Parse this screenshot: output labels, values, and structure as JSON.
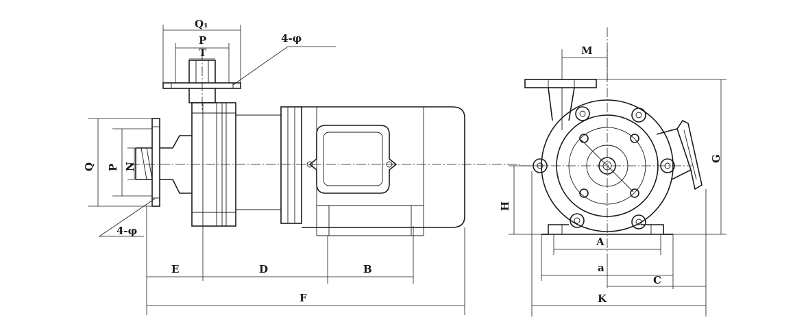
{
  "labels": {
    "q1": "Q₁",
    "p_top": "P",
    "t": "T",
    "bolt_top": "4-φ",
    "q_side": "Q",
    "p_side": "P",
    "n_side": "N",
    "bolt_bottom": "4-φ",
    "e": "E",
    "d": "D",
    "b": "B",
    "f": "F",
    "m": "M",
    "g": "G",
    "h": "H",
    "a_upper": "A",
    "a_lower": "a",
    "c": "C",
    "k": "K"
  }
}
